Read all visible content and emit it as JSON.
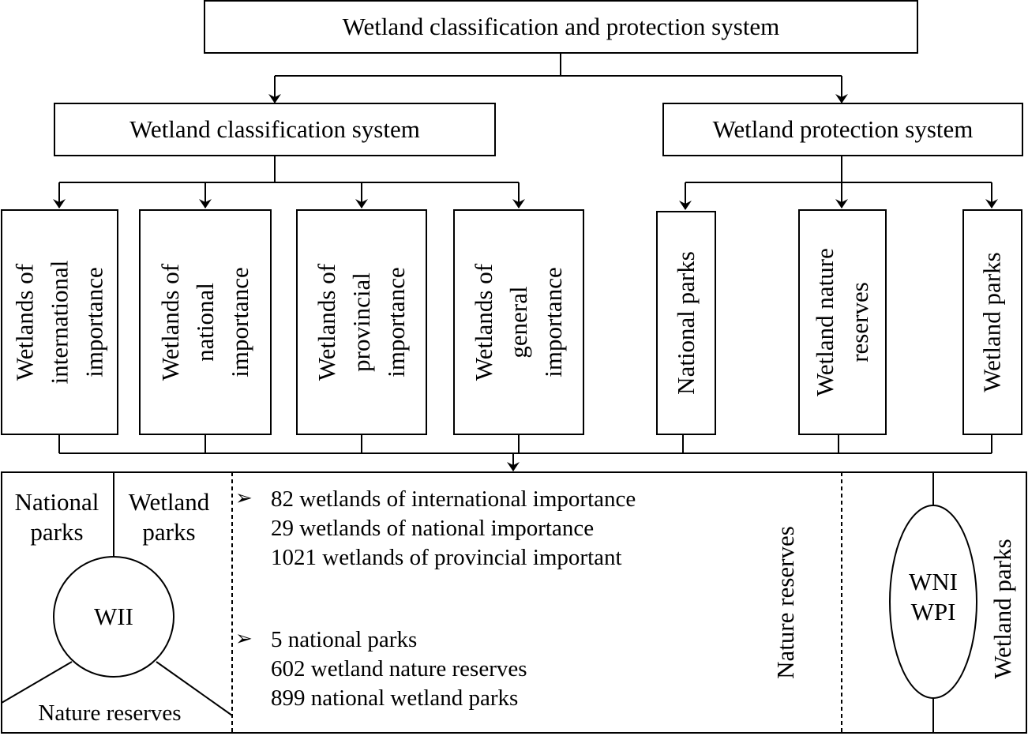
{
  "top": {
    "title": "Wetland classification and protection system"
  },
  "classification": {
    "title": "Wetland classification system",
    "items": [
      {
        "lines": [
          "Wetlands of",
          "international",
          "importance"
        ]
      },
      {
        "lines": [
          "Wetlands of",
          "national",
          "importance"
        ]
      },
      {
        "lines": [
          "Wetlands of",
          "provincial",
          "importance"
        ]
      },
      {
        "lines": [
          "Wetlands of",
          "general",
          "importance"
        ]
      }
    ]
  },
  "protection": {
    "title": "Wetland protection system",
    "items": [
      {
        "lines": [
          "National parks"
        ]
      },
      {
        "lines": [
          "Wetland nature",
          "reserves"
        ]
      },
      {
        "lines": [
          "Wetland parks"
        ]
      }
    ]
  },
  "bottom": {
    "left": {
      "national_parks": [
        "National",
        "parks"
      ],
      "wetland_parks": [
        "Wetland",
        "parks"
      ],
      "center": "WII",
      "nature_reserves": "Nature reserves"
    },
    "middle": {
      "group1": [
        "82 wetlands of international importance",
        "29 wetlands of national importance",
        "1021 wetlands of provincial important"
      ],
      "group2": [
        "5 national parks",
        "602 wetland nature reserves",
        "899 national wetland parks"
      ]
    },
    "right": {
      "nature_reserves": "Nature reserves",
      "center_lines": [
        "WNI",
        "WPI"
      ],
      "wetland_parks": "Wetland parks"
    }
  }
}
